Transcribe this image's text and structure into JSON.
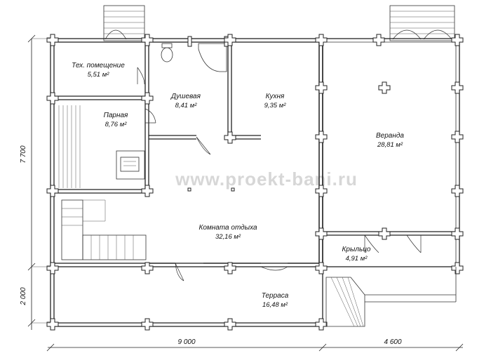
{
  "watermark": "www.proekt-bani.ru",
  "rooms": [
    {
      "name": "Тех. помещение",
      "area": "5,51 м²"
    },
    {
      "name": "Душевая",
      "area": "8,41 м²"
    },
    {
      "name": "Кухня",
      "area": "9,35 м²"
    },
    {
      "name": "Парная",
      "area": "8,76 м²"
    },
    {
      "name": "Веранда",
      "area": "28,81 м²"
    },
    {
      "name": "Комната отдыха",
      "area": "32,16 м²"
    },
    {
      "name": "Крыльцо",
      "area": "4,91 м²"
    },
    {
      "name": "Терраса",
      "area": "16,48 м²"
    }
  ],
  "dimensions": {
    "height_main": "7 700",
    "height_terrace": "2 000",
    "width_main": "9 000",
    "width_veranda": "4 600"
  }
}
